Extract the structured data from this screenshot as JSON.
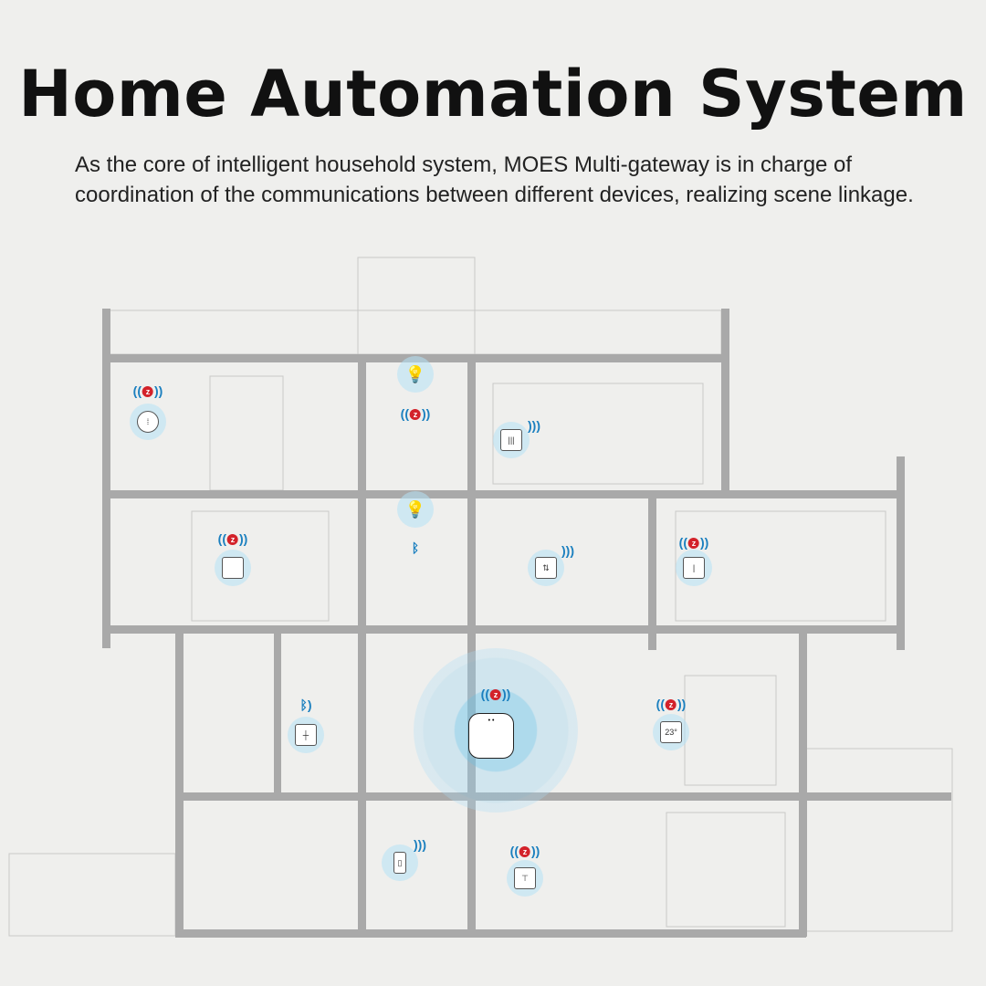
{
  "title": "Home Automation System",
  "description": "As the core of intelligent household system, MOES Multi-gateway is in charge of coordination of the communications between different devices, realizing scene linkage.",
  "colors": {
    "wall": "#a9a9a9",
    "signal": "#1a7fbf",
    "zigbee": "#d3222a",
    "halo": "#b4e1f5"
  },
  "thermostat": {
    "temperature": "23°"
  }
}
